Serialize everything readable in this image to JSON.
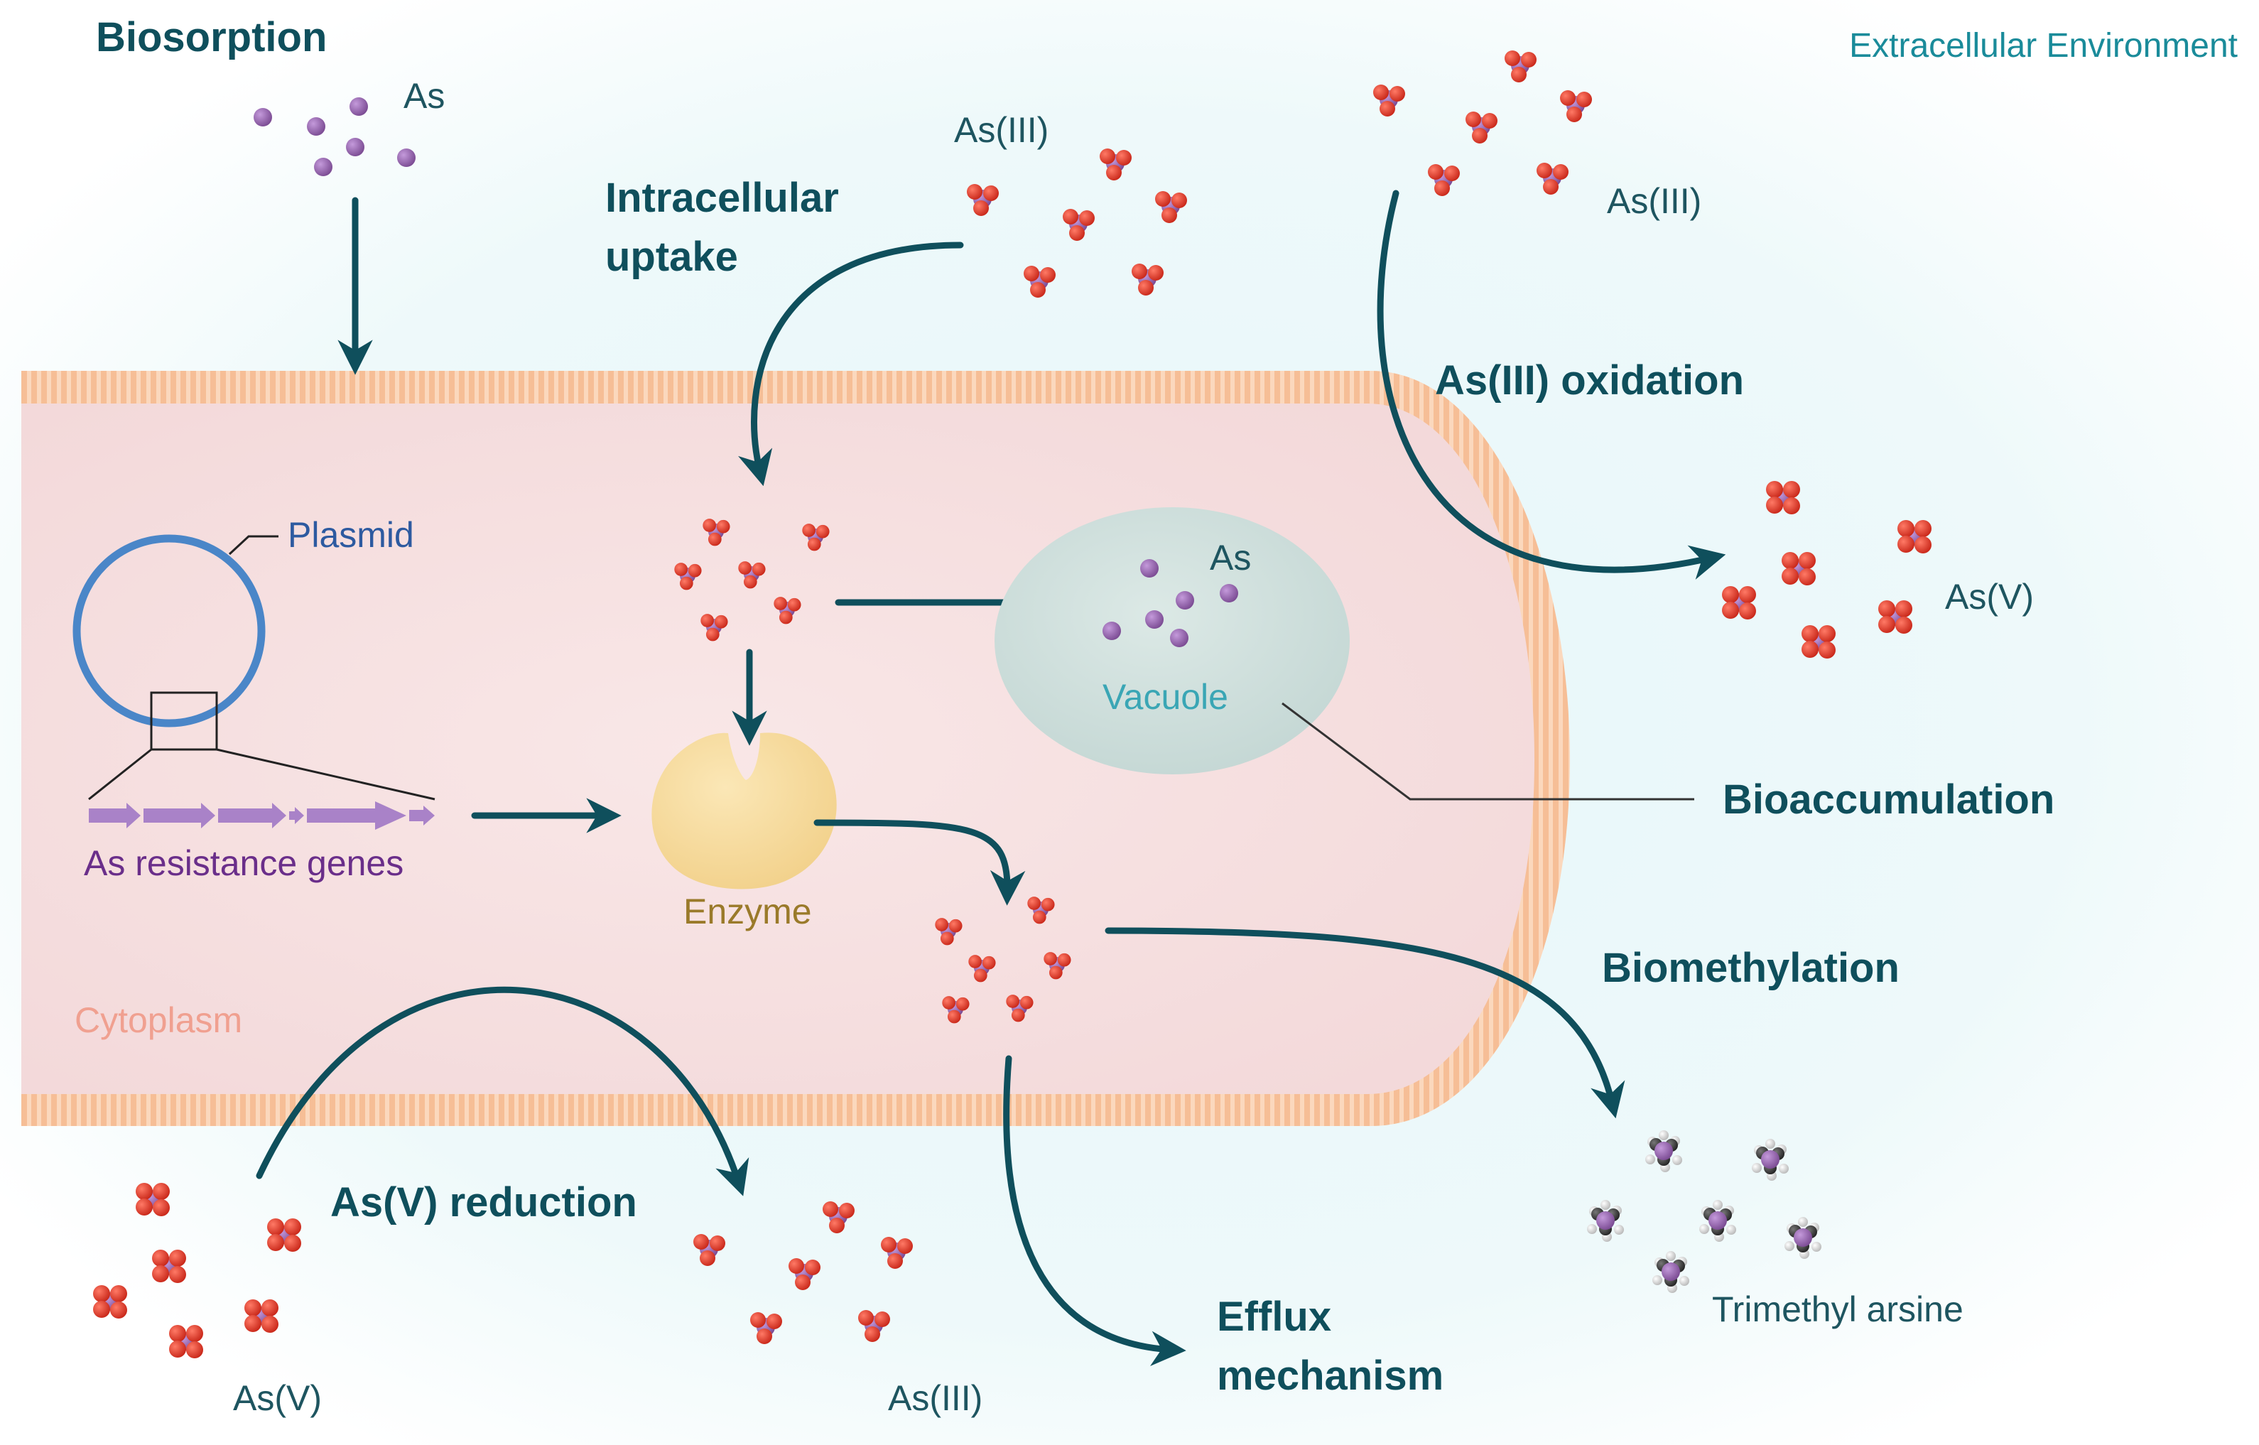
{
  "labels": {
    "environment": "Extracellular Environment",
    "cytoplasm": "Cytoplasm",
    "plasmid": "Plasmid",
    "genes": "As resistance genes",
    "enzyme": "Enzyme",
    "vacuole": "Vacuole"
  },
  "processes": {
    "biosorption": "Biosorption",
    "uptake_line1": "Intracellular",
    "uptake_line2": "uptake",
    "oxidation": "As(III) oxidation",
    "bioaccumulation": "Bioaccumulation",
    "biomethylation": "Biomethylation",
    "reduction": "As(V) reduction",
    "efflux_line1": "Efflux",
    "efflux_line2": "mechanism"
  },
  "species": {
    "as_biosorption": "As",
    "as3_uptake": "As(III)",
    "as3_oxidation": "As(III)",
    "as5_oxidized": "As(V)",
    "as_vacuole": "As",
    "as5_reduction": "As(V)",
    "as3_reduction": "As(III)",
    "trimethyl": "Trimethyl arsine"
  },
  "colors": {
    "arrow": "#0f4f5c",
    "membrane": "#f9c9a4",
    "cytoplasm": "#f7e3e3",
    "vacuole": "#cfe0de",
    "enzyme": "#f6dca0",
    "plasmid": "#4a86c8",
    "genes": "#a982c8",
    "arsenic_atom": "#8a5aa0",
    "oxygen_atom": "#e03a2a"
  }
}
